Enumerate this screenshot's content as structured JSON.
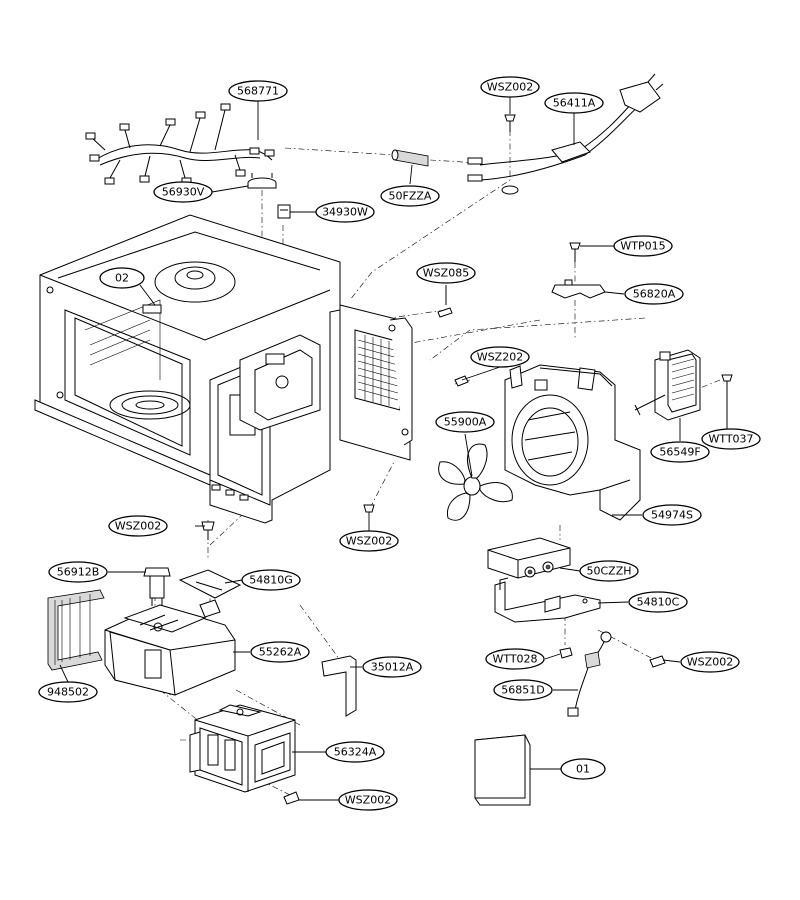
{
  "labels": {
    "p568771": "568771",
    "pWSZ002_top": "WSZ002",
    "p56411A": "56411A",
    "p56930V": "56930V",
    "p50FZZA": "50FZZA",
    "p34930W": "34930W",
    "pWTP015": "WTP015",
    "p02": "02",
    "pWSZ085": "WSZ085",
    "p56820A": "56820A",
    "pWSZ202": "WSZ202",
    "p55900A": "55900A",
    "pWTT037": "WTT037",
    "p56549F": "56549F",
    "p54974S": "54974S",
    "pWSZ002_left": "WSZ002",
    "pWSZ002_mid": "WSZ002",
    "p50CZZH": "50CZZH",
    "p56912B": "56912B",
    "p54810G": "54810G",
    "p54810C": "54810C",
    "p55262A": "55262A",
    "pWTT028": "WTT028",
    "pWSZ002_right": "WSZ002",
    "p35012A": "35012A",
    "p948502": "948502",
    "p56851D": "56851D",
    "p56324A": "56324A",
    "p01": "01",
    "pWSZ002_bottom": "WSZ002"
  }
}
